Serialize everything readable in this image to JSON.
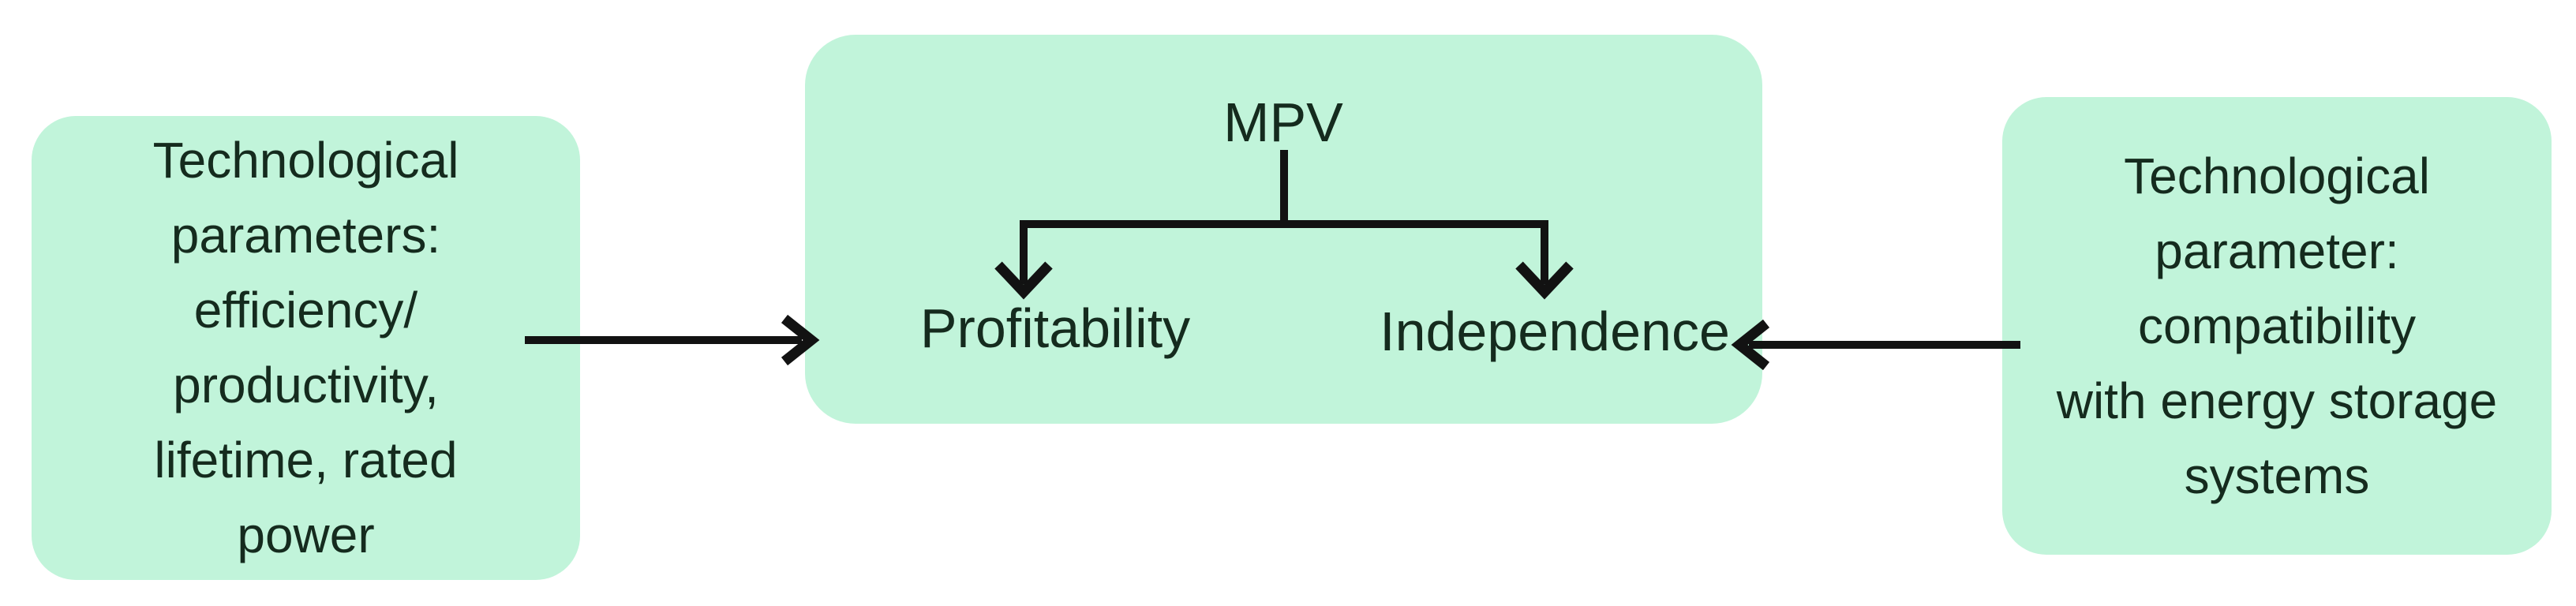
{
  "colors": {
    "page_bg": "#ffffff",
    "box_bg": "#c1f4da",
    "text_color": "#152b1e",
    "arrow_color": "#121212"
  },
  "diagram": {
    "left_box": {
      "text": "Technological\nparameters:\nefficiency/\nproductivity,\nlifetime, rated\npower"
    },
    "mpv_tree": {
      "root_label": "MPV",
      "left_child_label": "Profitability",
      "right_child_label": "Independence"
    },
    "right_box": {
      "text": "Technological\nparameter:\ncompatibility\nwith energy storage\nsystems"
    }
  }
}
